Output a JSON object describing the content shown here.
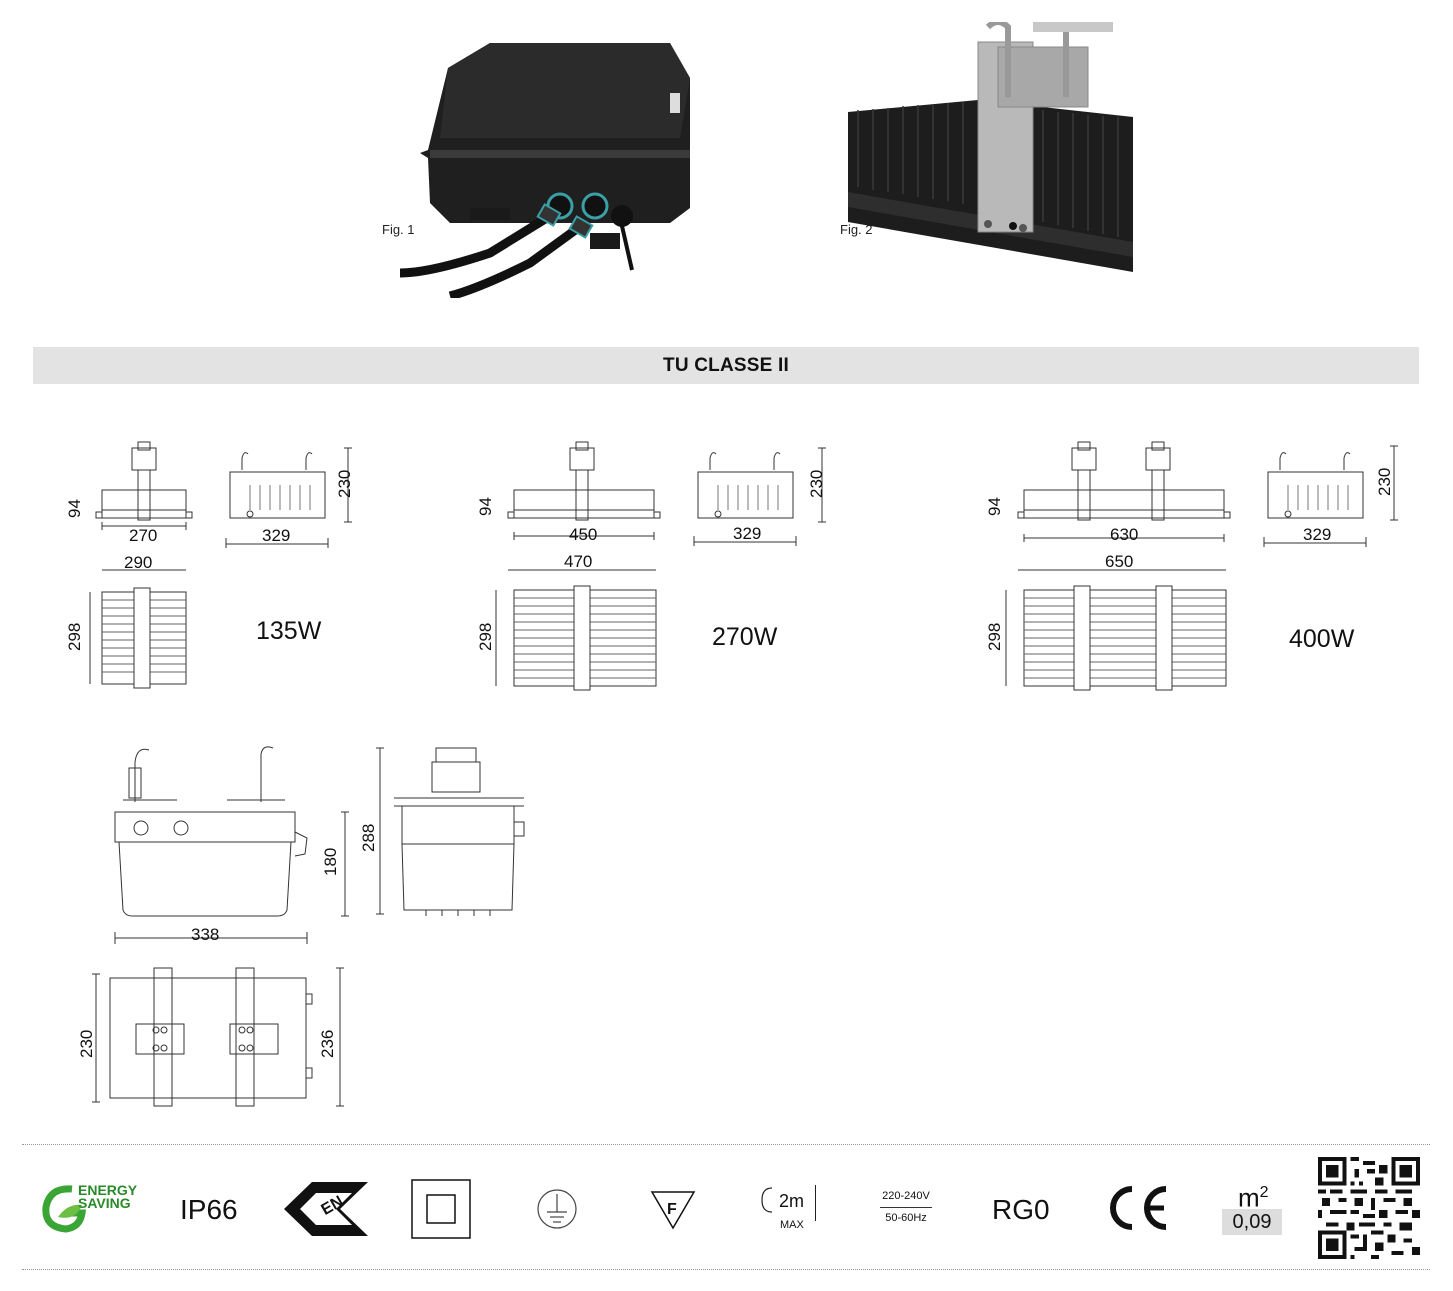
{
  "figures": {
    "fig1": "Fig. 1",
    "fig2": "Fig. 2"
  },
  "banner": {
    "title": "TU CLASSE II"
  },
  "variants": [
    {
      "power": "135W",
      "front_height": "94",
      "front_width": "270",
      "side_width": "329",
      "side_height": "230",
      "top_width": "290",
      "top_height": "298"
    },
    {
      "power": "270W",
      "front_height": "94",
      "front_width": "450",
      "side_width": "329",
      "side_height": "230",
      "top_width": "470",
      "top_height": "298"
    },
    {
      "power": "400W",
      "front_height": "94",
      "front_width": "630",
      "side_width": "329",
      "side_height": "230",
      "top_width": "650",
      "top_height": "298"
    }
  ],
  "driver_box": {
    "front_width": "338",
    "front_height": "180",
    "side_height": "288",
    "top_height_left": "230",
    "top_height_right": "236"
  },
  "icons": {
    "energy_line1": "ENERGY",
    "energy_line2": "SAVING",
    "ip": "IP66",
    "distance": "2m",
    "distance_sub": "MAX",
    "voltage": "220-240V",
    "frequency": "50-60Hz",
    "risk_group": "RG0",
    "area_unit": "m",
    "area_exp": "2",
    "area_value": "0,09"
  }
}
